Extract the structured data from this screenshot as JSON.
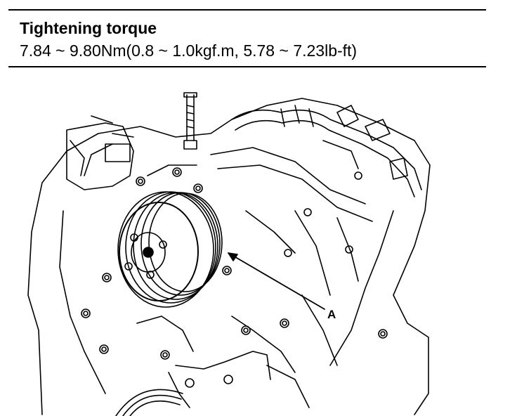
{
  "spec": {
    "title": "Tightening torque",
    "value": "7.84 ~ 9.80Nm(0.8 ~ 1.0kgf.m, 5.78 ~ 7.23lb-ft)"
  },
  "diagram": {
    "callout_label": "A"
  }
}
